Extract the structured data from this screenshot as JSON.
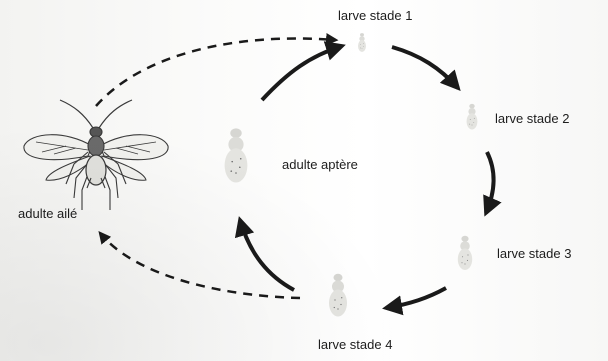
{
  "labels": {
    "larve_stade_1": "larve stade 1",
    "larve_stade_2": "larve stade 2",
    "larve_stade_3": "larve stade 3",
    "larve_stade_4": "larve stade 4",
    "adulte_aptere": "adulte aptère",
    "adulte_aile": "adulte ailé"
  },
  "colors": {
    "ink": "#1d1d1d",
    "arrow": "#1a1a1a",
    "body_fill": "#e4e4e0"
  },
  "icons": [
    "aphid-larva-icon",
    "aphid-wingless-adult-icon",
    "aphid-winged-adult-icon",
    "solid-arrow-icon",
    "dashed-arrow-icon"
  ]
}
